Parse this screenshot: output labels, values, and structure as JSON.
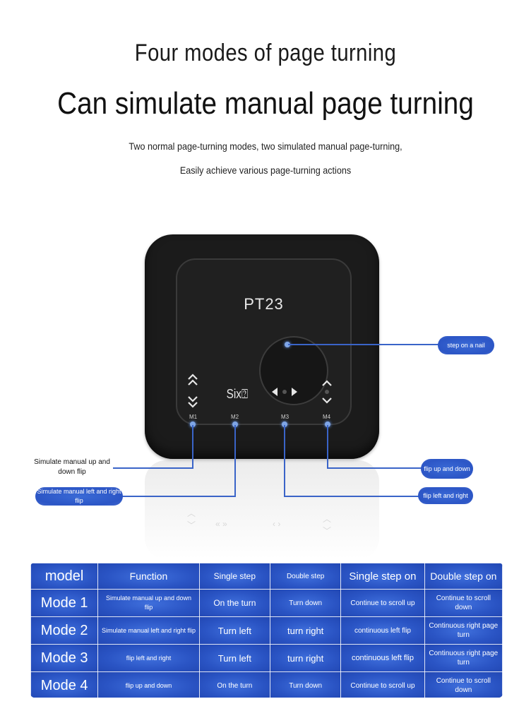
{
  "header": {
    "title": "Four modes of page turning",
    "subtitle": "Can simulate manual page turning",
    "description_line1": "Two normal page-turning modes, two simulated manual page-turning,",
    "description_line2": "Easily achieve various page-turning actions"
  },
  "device": {
    "model": "PT23",
    "center_label": "Six⍰",
    "ports": [
      "M1",
      "M2",
      "M3",
      "M4"
    ],
    "icons": {
      "m1": "chevrons-up-down-icon",
      "m3": "left-right-arrows-icon",
      "m4": "up-down-arrows-icon"
    }
  },
  "callouts": {
    "knob": "step on a nail",
    "m1": "Simulate manual up and down flip",
    "m2": "Simulate manual left and right flip",
    "m4": "flip up and down",
    "m3": "flip left and right"
  },
  "table": {
    "headers": [
      "model",
      "Function",
      "Single step",
      "Double step",
      "Single step on",
      "Double step on"
    ],
    "rows": [
      [
        "Mode 1",
        "Simulate manual up and down flip",
        "On the turn",
        "Turn down",
        "Continue to scroll up",
        "Continue to scroll down"
      ],
      [
        "Mode 2",
        "Simulate manual left and right flip",
        "Turn left",
        "turn right",
        "continuous left flip",
        "Continuous right page turn"
      ],
      [
        "Mode 3",
        "flip left and right",
        "Turn left",
        "turn right",
        "continuous left flip",
        "Continuous right page turn"
      ],
      [
        "Mode 4",
        "flip up and down",
        "On the turn",
        "Turn down",
        "Continue to scroll up",
        "Continue to scroll down"
      ]
    ]
  },
  "colors": {
    "accent_blue": "#2a52c0",
    "callout_line": "#3a64c8",
    "device_body": "#1b1b1b"
  }
}
